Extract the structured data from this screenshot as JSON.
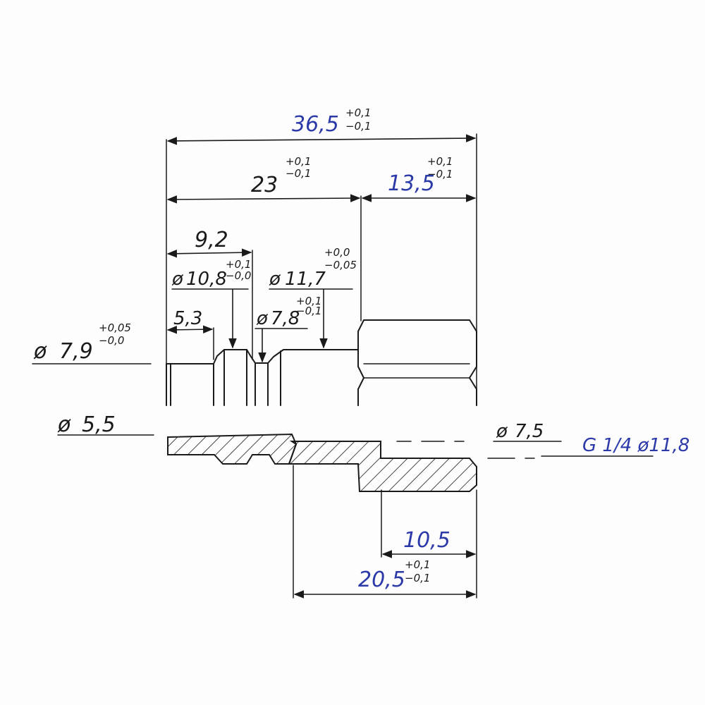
{
  "dimensions": {
    "overall": {
      "value": "36,5",
      "tol_upper": "+0,1",
      "tol_lower": "−0,1"
    },
    "left_length": {
      "value": "23",
      "tol_upper": "+0,1",
      "tol_lower": "−0,1"
    },
    "hex_length": {
      "value": "13,5",
      "tol_upper": "+0,1",
      "tol_lower": "−0,1"
    },
    "groove_pos": {
      "value": "9,2"
    },
    "step_pos": {
      "value": "5,3"
    },
    "dia_10_8": {
      "symbol": "ø",
      "value": "10,8",
      "tol_upper": "+0,1",
      "tol_lower": "−0,0"
    },
    "dia_11_7": {
      "symbol": "ø",
      "value": "11,7",
      "tol_upper": "+0,0",
      "tol_lower": "−0,05"
    },
    "dia_7_8": {
      "symbol": "ø",
      "value": "7,8",
      "tol_upper": "+0,1",
      "tol_lower": "−0,1"
    },
    "dia_7_9": {
      "symbol": "ø",
      "value": "7,9",
      "tol_upper": "+0,05",
      "tol_lower": "−0,0"
    },
    "dia_5_5": {
      "symbol": "ø",
      "value": "5,5"
    },
    "dia_7_5": {
      "symbol": "ø",
      "value": "7,5"
    },
    "thread": {
      "value": "G 1/4 ø11,8"
    },
    "bore_depth": {
      "value": "10,5"
    },
    "bottom_length": {
      "value": "20,5",
      "tol_upper": "+0,1",
      "tol_lower": "−0,1"
    }
  },
  "colors": {
    "ink": "#1a1a1a",
    "blue_ink": "#2b3aa8"
  }
}
